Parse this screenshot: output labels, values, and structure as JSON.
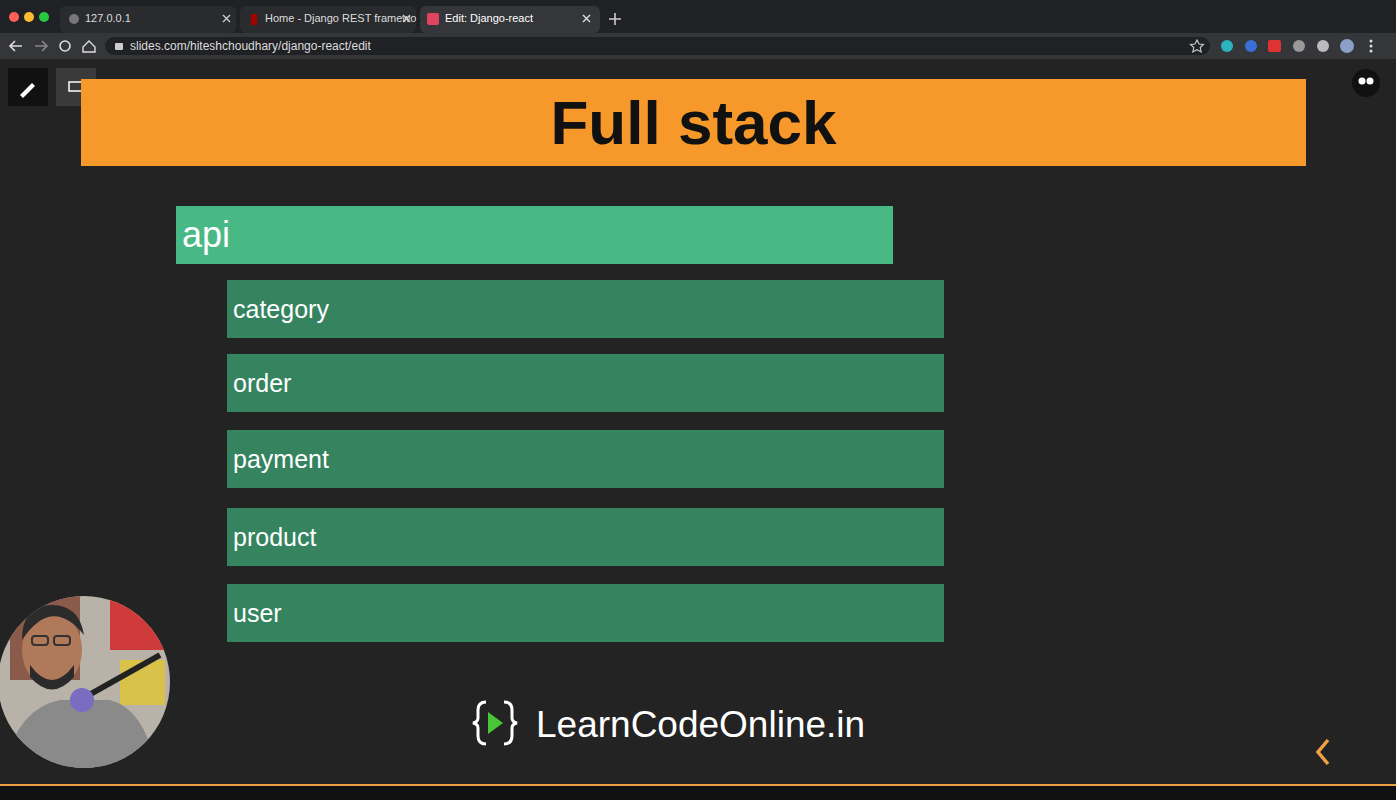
{
  "diagram": {
    "title": "Full stack",
    "nodes": [
      {
        "text": [
          "api"
        ]
      },
      {
        "text": [
          "category"
        ]
      },
      {
        "text": [
          "order"
        ]
      },
      {
        "text": [
          "payment"
        ]
      },
      {
        "text": [
          "product"
        ]
      },
      {
        "text": [
          "user"
        ]
      }
    ],
    "labels": [
      "127.0.0.1",
      "Home - Django REST framewo",
      "Edit: Django-react",
      "slides.com/hiteshchoudhary/django-react/edit",
      "LearnCodeOnline.in"
    ]
  }
}
